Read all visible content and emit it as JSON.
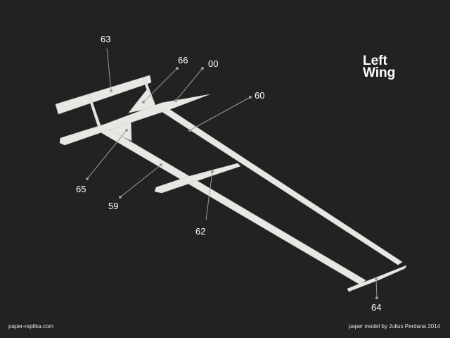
{
  "title": {
    "line1": "Left",
    "line2": "Wing"
  },
  "part_labels": {
    "p63": "63",
    "p66": "66",
    "p00": "00",
    "p60": "60",
    "p65": "65",
    "p59": "59",
    "p62": "62",
    "p64": "64"
  },
  "footer": {
    "left": "paper-replika.com",
    "right": "paper model by Julius Perdana 2014"
  },
  "colors": {
    "background": "#222222",
    "part": "#e9e7e3",
    "leader": "#9a9a9a",
    "accent": "#cc2222"
  }
}
